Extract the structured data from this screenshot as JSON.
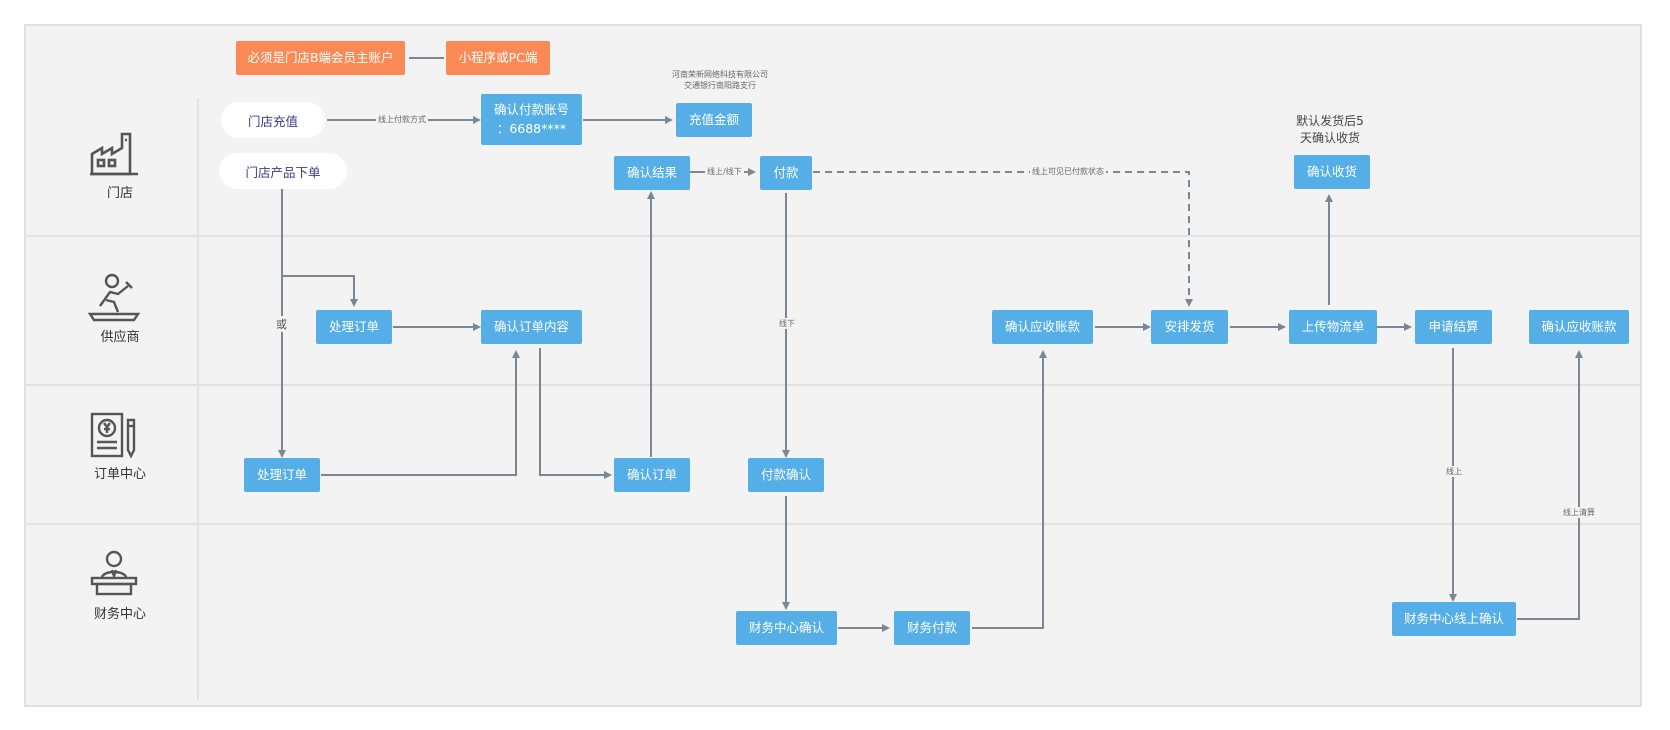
{
  "lanes": [
    {
      "label": "门店",
      "icon": "factory-icon"
    },
    {
      "label": "供应商",
      "icon": "presenter-icon"
    },
    {
      "label": "订单中心",
      "icon": "invoice-icon"
    },
    {
      "label": "财务中心",
      "icon": "cashier-icon"
    }
  ],
  "header": {
    "requirement": "必须是门店B端会员主账户",
    "channel": "小程序或PC端"
  },
  "store": {
    "recharge": "门店充值",
    "order": "门店产品下单",
    "confirm_account": "确认付款账号\n：6688****",
    "recharge_amount": "充值金额",
    "bank_note": "河南荣新网络科技有限公司\n交通银行南阳路支行",
    "confirm_result": "确认结果",
    "pay": "付款",
    "auto_receipt_note": "默认发货后5\n天确认收货",
    "confirm_receipt": "确认收货"
  },
  "supplier": {
    "handle_order": "处理订单",
    "confirm_order_content": "确认订单内容",
    "confirm_receivable": "确认应收账款",
    "arrange_shipment": "安排发货",
    "upload_logistics": "上传物流单",
    "apply_settlement": "申请结算",
    "confirm_receivable_2": "确认应收账款"
  },
  "order_center": {
    "handle_order": "处理订单",
    "confirm_order": "确认订单",
    "payment_confirm": "付款确认"
  },
  "finance": {
    "finance_confirm": "财务中心确认",
    "finance_pay": "财务付款",
    "finance_online_confirm": "财务中心线上确认"
  },
  "edge_labels": {
    "online_payment_method": "线上付款方式",
    "online_offline": "线上/线下",
    "online_visible_paid_status": "线上可见已付款状态",
    "or": "或",
    "offline": "线下",
    "online": "线上",
    "online_settlement": "线上清算"
  },
  "colors": {
    "box_blue": "#55aee6",
    "box_orange": "#f98a55",
    "arrow": "#7b8793",
    "lane_bg": "#f3f3f3"
  }
}
